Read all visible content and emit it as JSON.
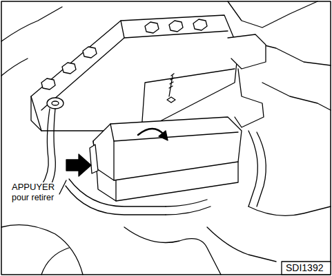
{
  "diagram": {
    "labels": [
      "APPUYER",
      "pour retirer",
      "SDI1392"
    ]
  }
}
